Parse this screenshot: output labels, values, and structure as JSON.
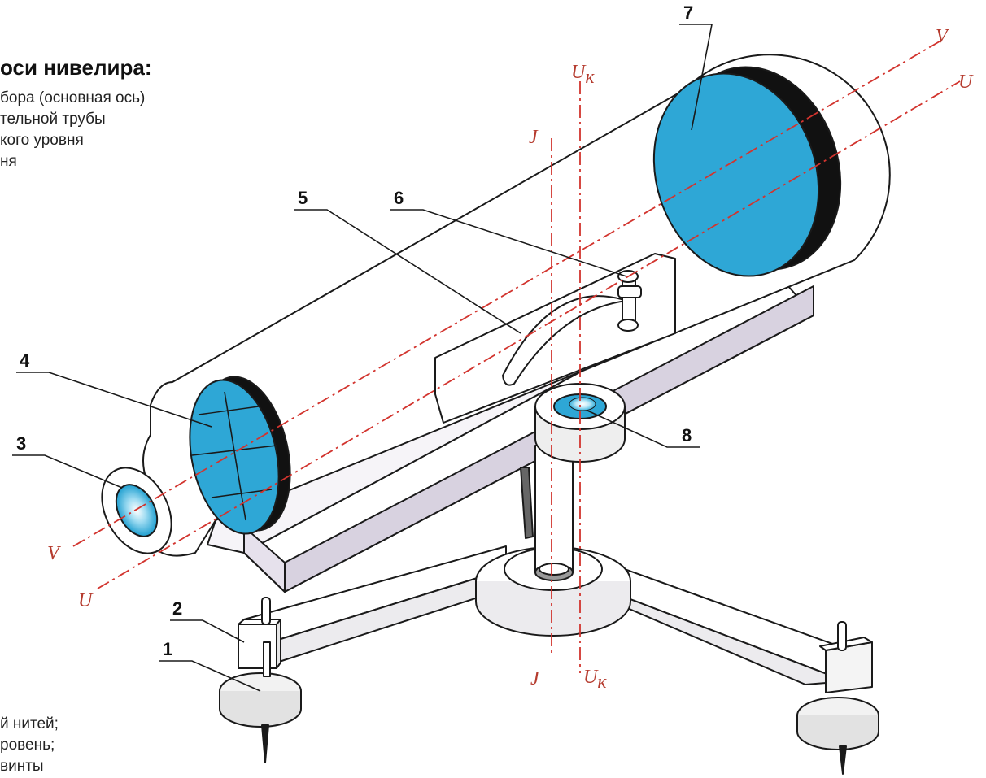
{
  "header": {
    "title": "оси нивелира:",
    "lines": [
      "бора (основная ось)",
      "тельной трубы",
      "кого уровня",
      "ня"
    ]
  },
  "footer": {
    "lines": [
      "й нитей;",
      "ровень;",
      "винты"
    ]
  },
  "callouts": [
    "1",
    "2",
    "3",
    "4",
    "5",
    "6",
    "7",
    "8"
  ],
  "axes": {
    "v": "V",
    "u": "U",
    "j": "J",
    "uk_main": "U",
    "uk_sub": "к"
  },
  "colors": {
    "lens": "#2ea7d6",
    "lens_dark": "#111111",
    "axis": "#d2342e",
    "base_side": "#d8d2e0",
    "outline": "#1a1a1a"
  }
}
